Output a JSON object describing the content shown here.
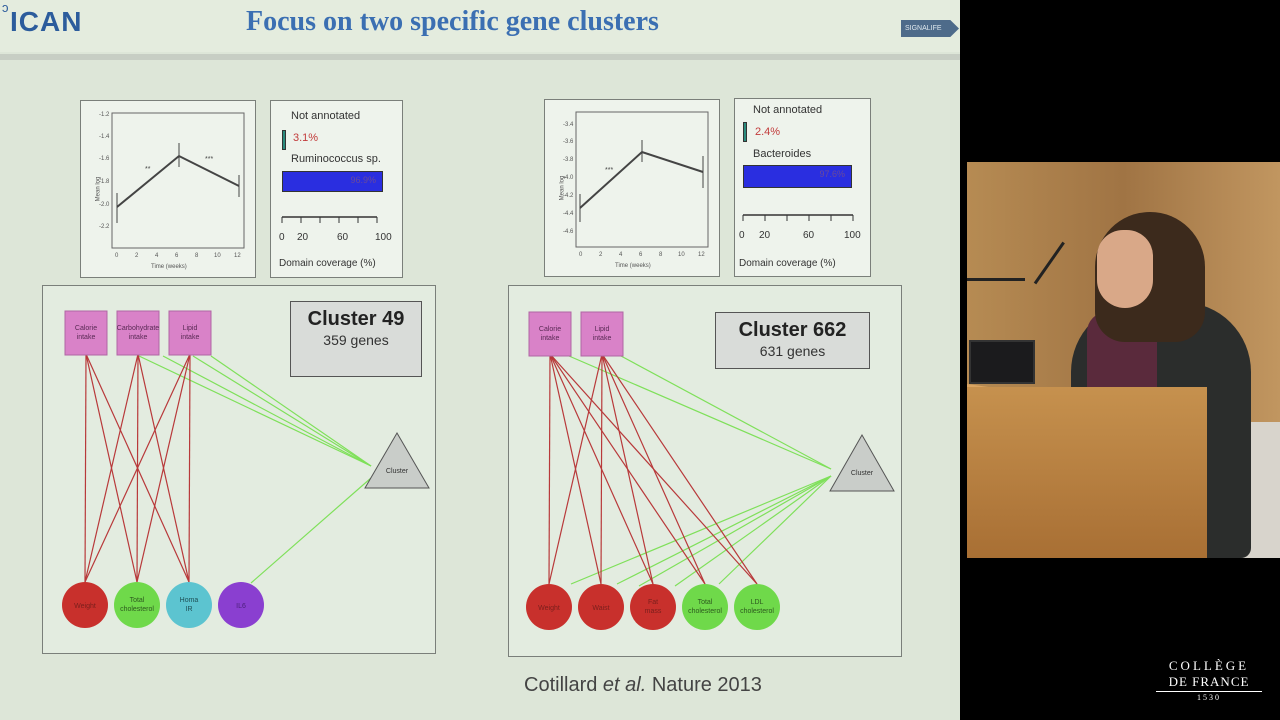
{
  "slide": {
    "logo": "ICAN",
    "title": "Focus on two specific gene clusters",
    "badge": "SIGNALIFE",
    "citation_prefix": "Cotillard",
    "citation_italic": "et al.",
    "citation_suffix": "Nature 2013"
  },
  "left_panel": {
    "plot": {
      "ylabel": "Mean log",
      "xlabel": "Time (weeks)",
      "yticks": [
        "-1.2",
        "-1.4",
        "-1.6",
        "-1.8",
        "-2.0",
        "-2.2"
      ],
      "xticks": [
        "0",
        "2",
        "4",
        "6",
        "8",
        "10",
        "12"
      ]
    },
    "legend": {
      "not_annotated_label": "Not annotated",
      "not_annotated_pct": "3.1%",
      "taxon_label": "Ruminococcus sp.",
      "taxon_pct": "96.9%",
      "ticks": [
        "0",
        "20",
        "60",
        "100"
      ],
      "axis_title": "Domain coverage (%)"
    },
    "cluster": {
      "name": "Cluster 49",
      "genes": "359 genes"
    },
    "top_nodes": [
      {
        "line1": "Calorie",
        "line2": "intake"
      },
      {
        "line1": "Carbohydrate",
        "line2": "intake"
      },
      {
        "line1": "Lipid",
        "line2": "intake"
      }
    ],
    "bottom_nodes": [
      {
        "line1": "Weight",
        "line2": "",
        "color": "#c8302c"
      },
      {
        "line1": "Total",
        "line2": "cholesterol",
        "color": "#6fd94a"
      },
      {
        "line1": "Homa",
        "line2": "IR",
        "color": "#5cc4d0"
      },
      {
        "line1": "IL6",
        "line2": "",
        "color": "#8a3fd0"
      }
    ],
    "triangle_label": "Cluster"
  },
  "right_panel": {
    "plot": {
      "ylabel": "Mean log",
      "xlabel": "Time (weeks)",
      "yticks": [
        "-3.4",
        "-3.6",
        "-3.8",
        "-4.0",
        "-4.2",
        "-4.4",
        "-4.6"
      ],
      "xticks": [
        "0",
        "2",
        "4",
        "6",
        "8",
        "10",
        "12"
      ]
    },
    "legend": {
      "not_annotated_label": "Not annotated",
      "not_annotated_pct": "2.4%",
      "taxon_label": "Bacteroides",
      "taxon_pct": "97.6%",
      "ticks": [
        "0",
        "20",
        "60",
        "100"
      ],
      "axis_title": "Domain coverage (%)"
    },
    "cluster": {
      "name": "Cluster 662",
      "genes": "631 genes"
    },
    "top_nodes": [
      {
        "line1": "Calorie",
        "line2": "intake"
      },
      {
        "line1": "Lipid",
        "line2": "intake"
      }
    ],
    "bottom_nodes": [
      {
        "line1": "Weight",
        "line2": "",
        "color": "#c8302c"
      },
      {
        "line1": "Waist",
        "line2": "",
        "color": "#c8302c"
      },
      {
        "line1": "Fat",
        "line2": "mass",
        "color": "#c8302c"
      },
      {
        "line1": "Total",
        "line2": "cholesterol",
        "color": "#6fd94a"
      },
      {
        "line1": "LDL",
        "line2": "cholesterol",
        "color": "#6fd94a"
      }
    ],
    "triangle_label": "Cluster"
  },
  "watermark": {
    "line1": "COLLÈGE",
    "line2": "DE FRANCE",
    "line3": "1530"
  },
  "colors": {
    "slide_bg": "#dde6d8",
    "title_blue": "#3b6fb2",
    "node_pink": "#d982c8",
    "edge_red": "#b8393a",
    "edge_green": "#7fe05a"
  }
}
